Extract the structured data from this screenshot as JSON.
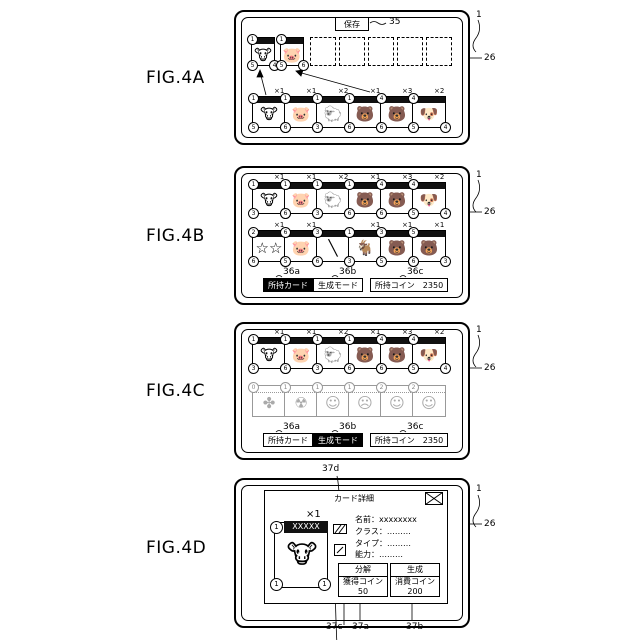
{
  "refs": {
    "device_ref": "1",
    "screen_ref": "26",
    "save_ref": "35",
    "tab_a_ref": "36a",
    "tab_b_ref": "36b",
    "tab_c_ref": "36c",
    "d_ref": "37d",
    "c_ref": "37c",
    "a_ref": "37a",
    "b_ref": "37b"
  },
  "fig4a": {
    "label": "FIG.4A",
    "save": "保存",
    "top": [
      {
        "l": "1",
        "r": "4",
        "b": "5",
        "icon": "🐮"
      },
      {
        "l": "1",
        "r": "6",
        "b": "5",
        "icon": "🐷"
      }
    ],
    "counts": [
      "×1",
      "×1",
      "×2",
      "×1",
      "×3",
      "×2"
    ],
    "bottom": [
      {
        "l": "1",
        "r": "3",
        "b": "5",
        "icon": "🐮"
      },
      {
        "l": "1",
        "r": "3",
        "b": "6",
        "icon": "🐷"
      },
      {
        "l": "1",
        "r": "1",
        "b": "3",
        "icon": "🐑"
      },
      {
        "l": "1",
        "r": "3",
        "b": "6",
        "icon": "🐻"
      },
      {
        "l": "4",
        "r": "5",
        "b": "6",
        "icon": "🐻"
      },
      {
        "l": "4",
        "r": "4",
        "b": "5",
        "icon": "🐶"
      }
    ]
  },
  "fig4b": {
    "label": "FIG.4B",
    "counts1": [
      "×1",
      "×1",
      "×2",
      "×1",
      "×3",
      "×2"
    ],
    "row1": [
      {
        "l": "1",
        "r": "1",
        "b": "3",
        "icon": "🐮"
      },
      {
        "l": "1",
        "r": "3",
        "b": "6",
        "icon": "🐷"
      },
      {
        "l": "1",
        "r": "1",
        "b": "3",
        "icon": "🐑"
      },
      {
        "l": "1",
        "r": "3",
        "b": "6",
        "icon": "🐻"
      },
      {
        "l": "4",
        "r": "5",
        "b": "6",
        "icon": "🐻"
      },
      {
        "l": "4",
        "r": "4",
        "b": "5",
        "icon": "🐶"
      }
    ],
    "counts2": [
      "×1",
      "×1",
      "",
      "×1",
      "×1",
      "×1"
    ],
    "row2": [
      {
        "l": "2",
        "r": "8",
        "b": "6",
        "icon": "☆☆"
      },
      {
        "l": "6",
        "r": "2",
        "b": "5",
        "icon": "🐷"
      },
      {
        "l": "3",
        "r": "4",
        "b": "6",
        "icon": "╲"
      },
      {
        "l": "1",
        "r": "5",
        "b": "3",
        "icon": "🐐"
      },
      {
        "l": "3",
        "r": "5",
        "b": "5",
        "icon": "🐻"
      },
      {
        "l": "5",
        "r": "3",
        "b": "6",
        "icon": "🐻"
      }
    ],
    "tab_owned": "所持カード",
    "tab_gen": "生成モード",
    "coins": "所持コイン　2350"
  },
  "fig4c": {
    "label": "FIG.4C",
    "counts1": [
      "×1",
      "×1",
      "×2",
      "×1",
      "×3",
      "×2"
    ],
    "row1": [
      {
        "l": "1",
        "r": "1",
        "b": "3",
        "icon": "🐮"
      },
      {
        "l": "1",
        "r": "3",
        "b": "6",
        "icon": "🐷"
      },
      {
        "l": "1",
        "r": "1",
        "b": "3",
        "icon": "🐑"
      },
      {
        "l": "1",
        "r": "3",
        "b": "6",
        "icon": "🐻"
      },
      {
        "l": "4",
        "r": "5",
        "b": "6",
        "icon": "🐻"
      },
      {
        "l": "4",
        "r": "4",
        "b": "5",
        "icon": "🐶"
      }
    ],
    "row2": [
      {
        "l": "0",
        "r": "",
        "b": "",
        "icon": "✤"
      },
      {
        "l": "1",
        "r": "",
        "b": "",
        "icon": "☢"
      },
      {
        "l": "1",
        "r": "",
        "b": "",
        "icon": "☺"
      },
      {
        "l": "1",
        "r": "",
        "b": "",
        "icon": "☹"
      },
      {
        "l": "2",
        "r": "",
        "b": "",
        "icon": "☺"
      },
      {
        "l": "2",
        "r": "",
        "b": "",
        "icon": "☺"
      }
    ],
    "tab_owned": "所持カード",
    "tab_gen": "生成モード",
    "coins": "所持コイン　2350"
  },
  "fig4d": {
    "label": "FIG.4D",
    "title": "カード詳細",
    "count": "×1",
    "name_bar": "XXXXX",
    "tl": "1",
    "bl": "1",
    "br": "1",
    "icon": "🐮",
    "f_name": "名前：xxxxxxxx",
    "f_class": "クラス：………",
    "f_type": "タイプ：………",
    "f_ability": "能力：………",
    "break_label": "分解",
    "gen_label": "生成",
    "gain_label": "獲得コイン",
    "gain_val": "50",
    "cost_label": "消費コイン",
    "cost_val": "200"
  }
}
